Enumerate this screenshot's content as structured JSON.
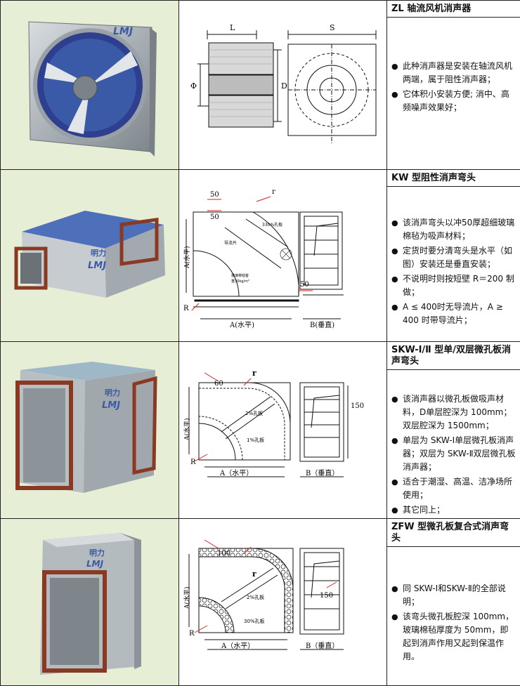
{
  "products": [
    {
      "title": "ZL 轴流风机消声器",
      "logo": "LMJ",
      "drawing_labels": {
        "L": "L",
        "S": "S",
        "phi": "Φ",
        "D": "D"
      },
      "bullets": [
        "此种消声器是安装在轴流风机两端，属于阻性消声器；",
        "它体积小安装方便; 消中、高频噪声效果好；"
      ]
    },
    {
      "title": "KW 型阻性消声弯头",
      "logo_text": "明力",
      "logo": "LMJ",
      "drawing_labels": {
        "d50a": "50",
        "d50b": "50",
        "d50c": "50",
        "r": "r",
        "R": "R",
        "perf": "330%孔板",
        "guide": "导流片",
        "glass": "玻璃棉毡客",
        "density": "重30kg/m³",
        "A": "A(水平)",
        "Av": "A(水平)",
        "B": "B(垂直)"
      },
      "bullets": [
        "该消声弯头以冲50厚超细玻璃棉毡为吸声材料；",
        "定货时要分清弯头是水平（如图）安装还是垂直安装；",
        "不说明时则按短壁 R＝200 制做；",
        "A ≤ 400时无导流片，A ≥ 400 时带导流片；"
      ]
    },
    {
      "title": "SKW-Ⅰ/Ⅱ 型单/双层微孔板消声弯头",
      "logo_text": "明力",
      "logo": "LMJ",
      "drawing_labels": {
        "d60": "60",
        "r": "r",
        "R": "R",
        "perf2": "2%孔板",
        "perf1": "1%孔板",
        "d150": "150",
        "A": "A（水平）",
        "Av": "A(水平)",
        "B": "B（垂直）"
      },
      "bullets": [
        "该消声器以微孔板做吸声材料，D单层腔深为 100mm；双层腔深为 1500mm；",
        "单层为 SKW-Ⅰ单层微孔板消声器；双层为 SKW-Ⅱ双层微孔板消声器；",
        "适合于潮湿、高温、洁净场所使用；",
        "其它同上；"
      ]
    },
    {
      "title": "ZFW 型微孔板复合式消声弯头",
      "logo_text": "明力",
      "logo": "LMJ",
      "drawing_labels": {
        "d100": "100",
        "r": "r",
        "R": "R",
        "perf2": "2%孔板",
        "perf30": "30%孔板",
        "d150": "150",
        "A": "A（水平）",
        "Av": "A(水平)",
        "B": "B（垂直）"
      },
      "bullets": [
        "同 SKW-Ⅰ和SKW-Ⅱ的全部说明；",
        "该弯头微孔板腔深 100mm，玻璃棉毡厚度为 50mm，即起到消声作用又起到保温作用。"
      ]
    }
  ],
  "colors": {
    "photo_bg": "#e6efd5",
    "metal": "#b7bec2",
    "blue": "#3a5aa8",
    "flange": "#8a3a22",
    "annotation_red": "#d42020"
  }
}
